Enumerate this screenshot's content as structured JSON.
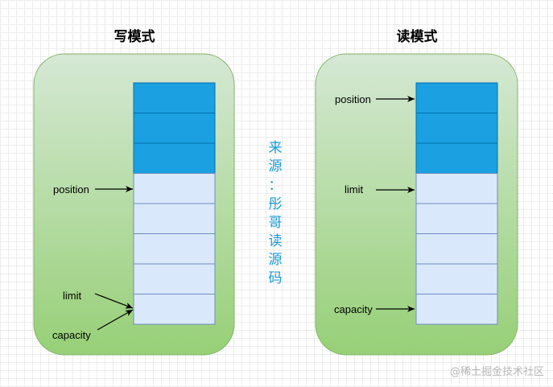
{
  "write_mode": {
    "title": "写模式",
    "labels": {
      "position": "position",
      "limit": "limit",
      "capacity": "capacity"
    },
    "filled_cells": 3,
    "total_cells": 8
  },
  "read_mode": {
    "title": "读模式",
    "labels": {
      "position": "position",
      "limit": "limit",
      "capacity": "capacity"
    },
    "filled_cells": 3,
    "total_cells": 8
  },
  "source_note": [
    "来",
    "源",
    "：",
    "彤",
    "哥",
    "读",
    "源",
    "码"
  ],
  "watermark": "@稀土掘金技术社区",
  "colors": {
    "filled_cell": "#1ba1e2",
    "filled_stroke": "#006eaf",
    "empty_cell": "#dae8fc",
    "empty_stroke": "#6c8ebf",
    "panel_stroke": "#82b366",
    "panel_top": "#d5e8d4",
    "panel_bottom": "#97d077",
    "note": "#1a9ad6"
  }
}
